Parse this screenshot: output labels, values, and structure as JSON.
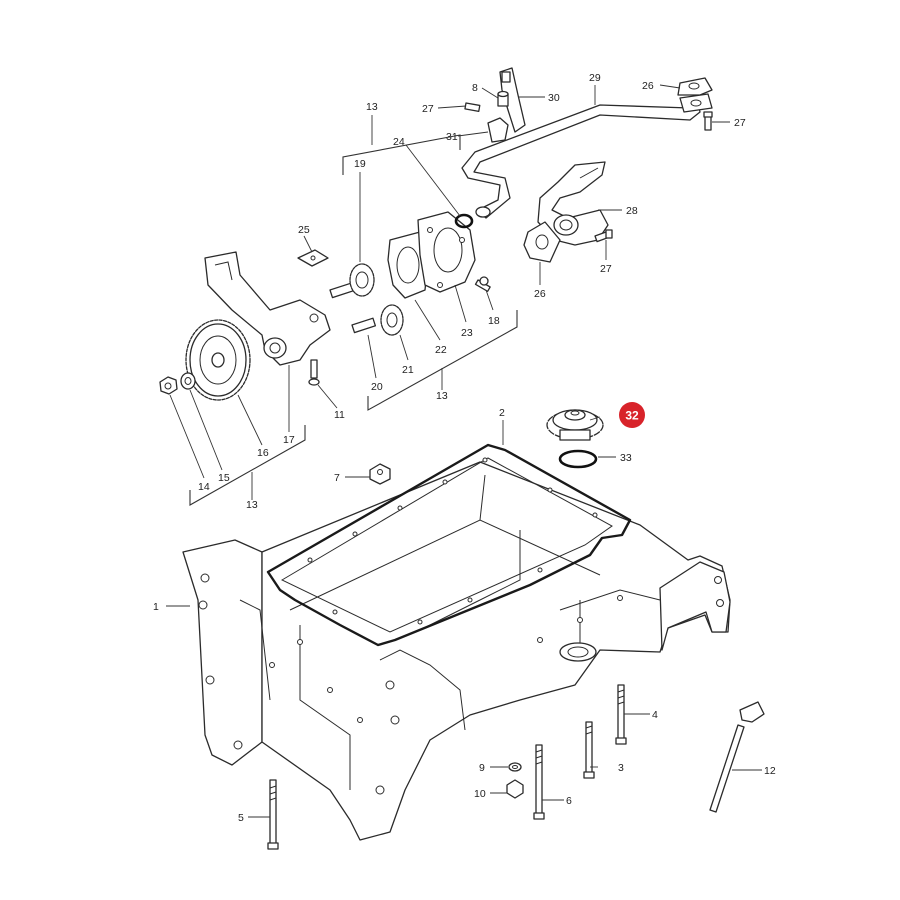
{
  "callouts": {
    "c1": "1",
    "c2": "2",
    "c3": "3",
    "c4": "4",
    "c5": "5",
    "c6": "6",
    "c7": "7",
    "c8": "8",
    "c9": "9",
    "c10": "10",
    "c11": "11",
    "c12": "12",
    "c13a": "13",
    "c13b": "13",
    "c13c": "13",
    "c14": "14",
    "c15": "15",
    "c16": "16",
    "c17": "17",
    "c18": "18",
    "c19": "19",
    "c20": "20",
    "c21": "21",
    "c22": "22",
    "c23": "23",
    "c24": "24",
    "c25": "25",
    "c26a": "26",
    "c26b": "26",
    "c27a": "27",
    "c27b": "27",
    "c27c": "27",
    "c28": "28",
    "c29": "29",
    "c30": "30",
    "c31": "31",
    "c32": "32",
    "c33": "33"
  },
  "highlight": {
    "part": "32",
    "color": "#d8232a"
  }
}
